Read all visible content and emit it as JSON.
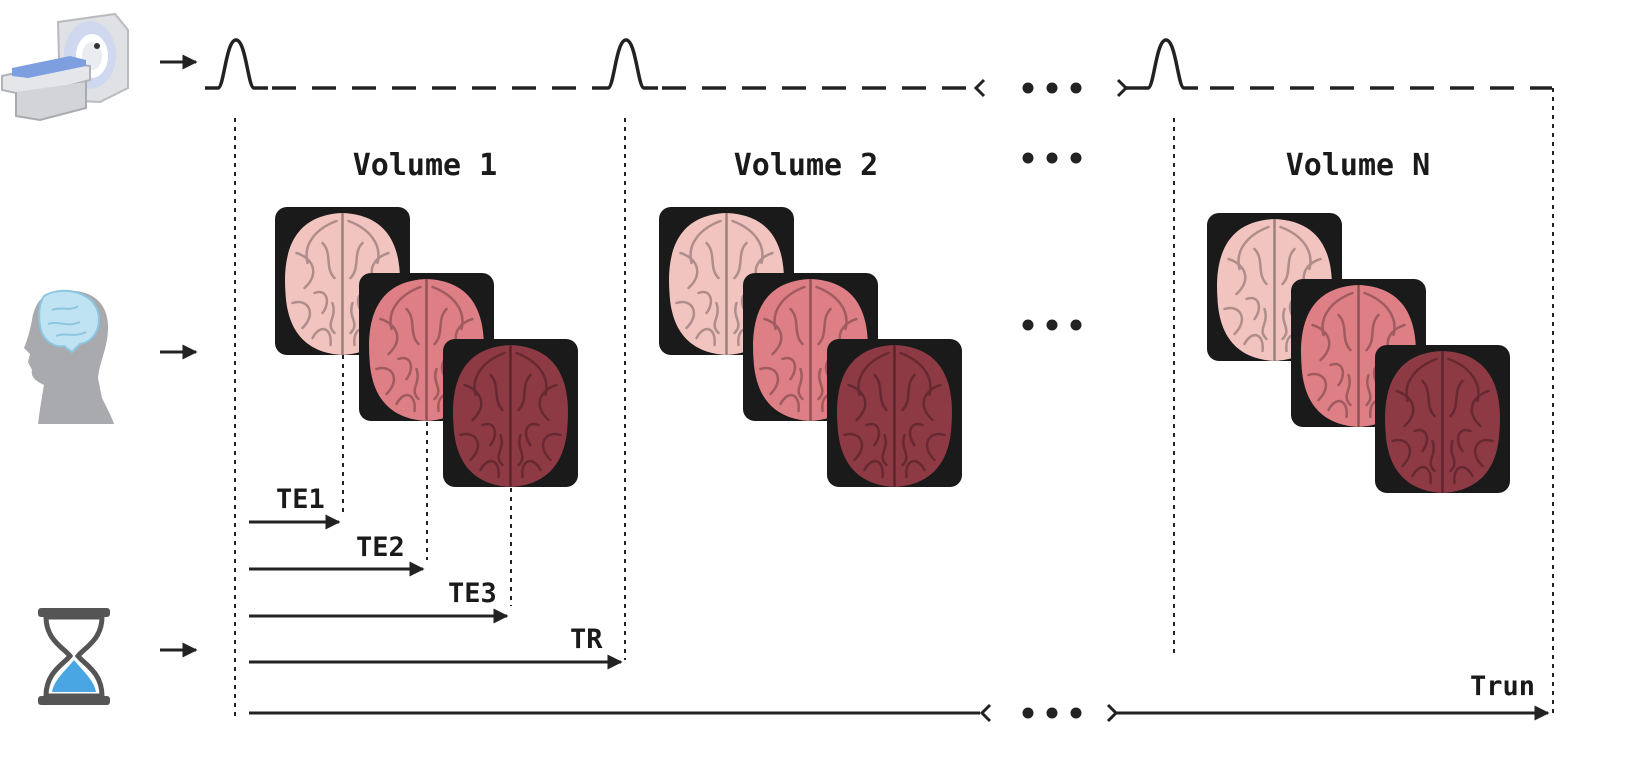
{
  "volumes": {
    "v1": {
      "title": "Volume 1"
    },
    "v2": {
      "title": "Volume 2"
    },
    "vn": {
      "title": "Volume N"
    }
  },
  "timing": {
    "te1": "TE1",
    "te2": "TE2",
    "te3": "TE3",
    "tr": "TR",
    "trun": "Trun"
  },
  "icons": {
    "scanner": "mri-scanner-icon",
    "head": "brain-head-icon",
    "time": "hourglass-icon"
  },
  "colors": {
    "echo1": "#f2c4c0",
    "echo2": "#dd7f84",
    "echo3": "#8e3a44",
    "frame": "#1a1a1a",
    "brain_icon": "#bfe3f3",
    "head_icon": "#a8aaad",
    "sand": "#4aa6e2"
  }
}
